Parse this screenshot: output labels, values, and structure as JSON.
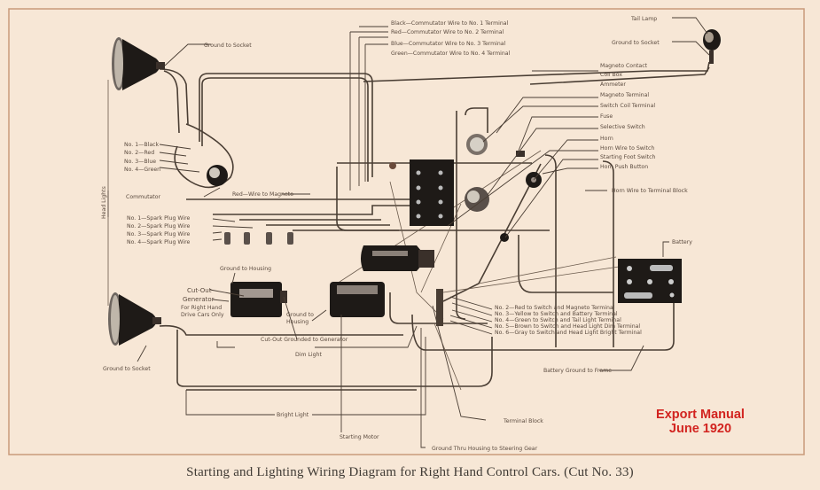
{
  "caption": "Starting and Lighting Wiring Diagram for Right Hand Control Cars.   (Cut No. 33)",
  "stamp": {
    "line1": "Export Manual",
    "line2": "June 1920",
    "color": "#d2231f"
  },
  "labels": {
    "commutator_wires": [
      "Black—Commutator Wire to No. 1 Terminal",
      "Red—Commutator Wire to No. 2 Terminal",
      "Blue—Commutator Wire to No. 3 Terminal",
      "Green—Commutator Wire to No. 4 Terminal"
    ],
    "tail_lamp": "Tail Lamp",
    "ground_to_socket_tail": "Ground to Socket",
    "right_column": [
      "Magneto Contact",
      "Coil Box",
      "Ammeter",
      "Magneto Terminal",
      "Switch Coil Terminal",
      "Fuse",
      "Selective Switch",
      "Horn",
      "Horn Wire to Switch",
      "Starting Foot Switch",
      "Horn Push Button"
    ],
    "horn_wire_terminal_block": "Horn Wire to Terminal Block",
    "battery": "Battery",
    "ground_to_socket_top": "Ground to Socket",
    "ground_to_socket_bottom": "Ground to Socket",
    "head_lights": "Head Lights",
    "commutator_colors": [
      "No. 1—Black",
      "No. 2—Red",
      "No. 3—Blue",
      "No. 4—Green"
    ],
    "commutator": "Commutator",
    "red_wire_magneto": "Red—Wire to Magneto",
    "spark_plug_wires": [
      "No. 1—Spark Plug Wire",
      "No. 2—Spark Plug Wire",
      "No. 3—Spark Plug Wire",
      "No. 4—Spark Plug Wire"
    ],
    "ground_to_housing_top": "Ground to Housing",
    "cut_out": "Cut-Out",
    "generator": "Generator",
    "generator_note_1": "For Right Hand",
    "generator_note_2": "Drive Cars Only",
    "ground_to_housing_2a": "Ground to",
    "ground_to_housing_2b": "Housing",
    "cut_out_grounded": "Cut-Out Grounded to Generator",
    "dim_light": "Dim Light",
    "bright_light": "Bright Light",
    "starting_motor": "Starting Motor",
    "terminal_block": "Terminal Block",
    "ground_thru_housing": "Ground Thru Housing to Steering Gear",
    "battery_ground": "Battery Ground to Frame",
    "terminal_wires": [
      "No. 2—Red to Switch and Magneto Terminal",
      "No. 3—Yellow to Switch and Battery Terminal",
      "No. 4—Green to Switch and Tail Light Terminal",
      "No. 5—Brown to Switch and Head Light Dim Terminal",
      "No. 6—Gray to Switch and Head Light Bright Terminal"
    ]
  }
}
